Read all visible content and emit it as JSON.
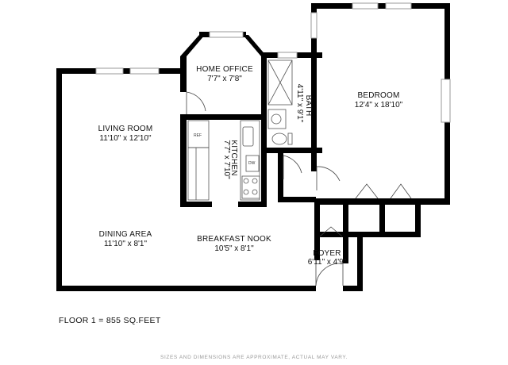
{
  "rooms": {
    "living_room": {
      "name": "LIVING ROOM",
      "dims": "11'10\" x 12'10\""
    },
    "home_office": {
      "name": "HOME OFFICE",
      "dims": "7'7\" x 7'8\""
    },
    "bath": {
      "name": "BATH",
      "dims": "4'11\" x 9'1\""
    },
    "bedroom": {
      "name": "BEDROOM",
      "dims": "12'4\" x 18'10\""
    },
    "kitchen": {
      "name": "KITCHEN",
      "dims": "7'7\" x 7'10\""
    },
    "dining_area": {
      "name": "DINING AREA",
      "dims": "11'10\" x 8'1\""
    },
    "breakfast_nook": {
      "name": "BREAKFAST NOOK",
      "dims": "10'5\" x 8'1\""
    },
    "foyer": {
      "name": "FOYER",
      "dims": "6'11\" x 4'9\""
    }
  },
  "appliances": {
    "ref": "REF",
    "dw": "DW"
  },
  "floor_area": "FLOOR 1 = 855 SQ.FEET",
  "disclaimer": "SIZES AND DIMENSIONS ARE APPROXIMATE, ACTUAL MAY VARY.",
  "colors": {
    "wall": "#000000",
    "window": "#9a9a9a",
    "fixture": "#555555",
    "background": "#ffffff"
  }
}
